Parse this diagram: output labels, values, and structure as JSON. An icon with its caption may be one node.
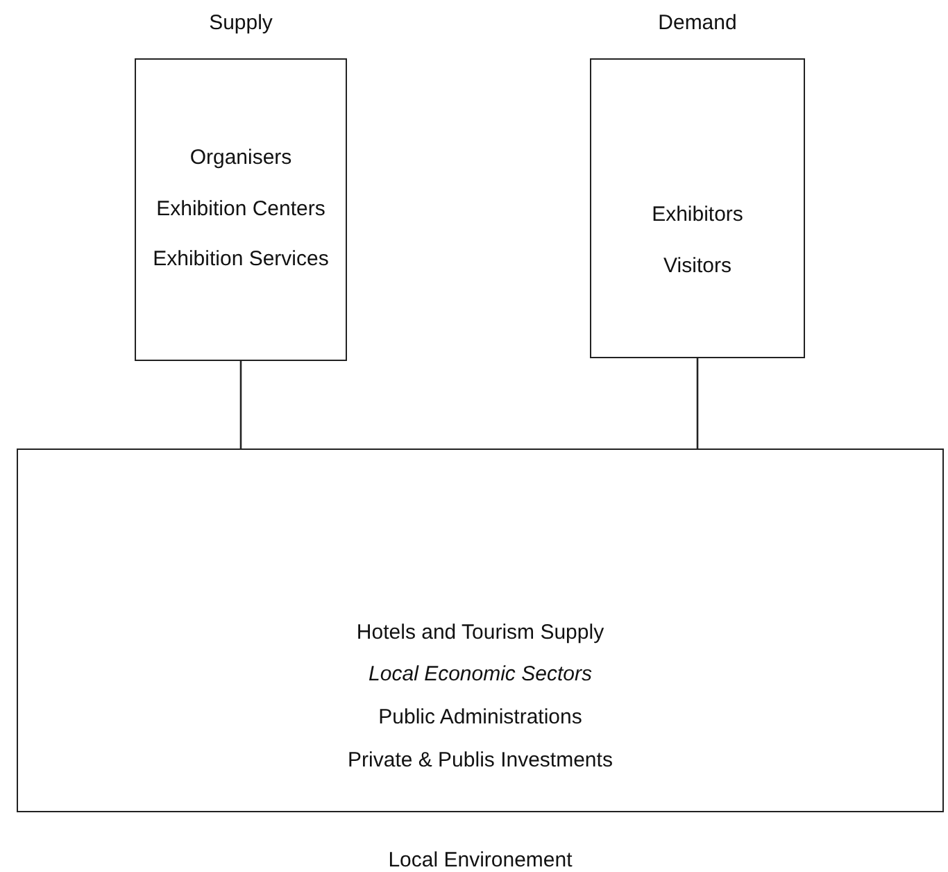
{
  "diagram": {
    "nodes": [
      {
        "text": [
          "Supply",
          "Organisers",
          "Exhibition Centers",
          "Exhibition Services"
        ]
      },
      {
        "text": [
          "Demand",
          "Exhibitors",
          "Visitors"
        ]
      },
      {
        "text": [
          "Hotels and Tourism Supply",
          "Local Economic Sectors",
          "Public Administrations",
          "Private & Publis Investments",
          "Local Environement"
        ]
      }
    ],
    "edges": [
      {
        "from": 0,
        "to": 2,
        "arrow": "none"
      },
      {
        "from": 1,
        "to": 2,
        "arrow": "none"
      }
    ]
  }
}
